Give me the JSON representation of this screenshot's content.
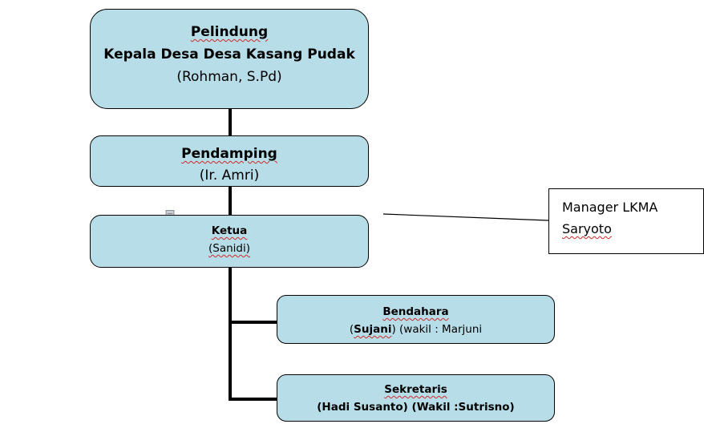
{
  "nodes": {
    "pelindung": {
      "role": "Pelindung",
      "title": "Kepala Desa Desa Kasang Pudak",
      "name": "(Rohman, S.Pd)"
    },
    "pendamping": {
      "role": "Pendamping",
      "name": "(Ir. Amri)"
    },
    "ketua": {
      "role": "Ketua",
      "name": "(Sanidi)"
    },
    "bendahara": {
      "role": "Bendahara",
      "name": "Sujani",
      "wakil": "(wakil : Marjuni"
    },
    "sekretaris": {
      "role": "Sekretaris",
      "name": "(Hadi Susanto) (Wakil :Sutrisno)"
    }
  },
  "manager": {
    "line1": "Manager LKMA",
    "line2": "Saryoto"
  },
  "colors": {
    "box_fill": "#b7dde8",
    "border": "#000000",
    "spellcheck_underline": "#d02a2a"
  },
  "icons": [
    "document-paste-icon"
  ]
}
